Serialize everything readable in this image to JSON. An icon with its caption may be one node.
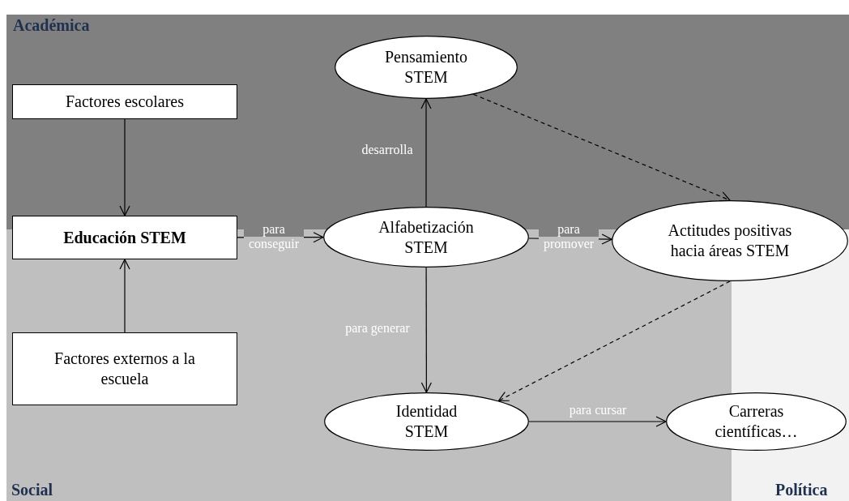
{
  "diagram": {
    "nodes": [
      {
        "text": [
          "Académica"
        ]
      },
      {
        "text": [
          "Pensamiento STEM"
        ],
        "in": 0
      },
      {
        "text": [
          "Factores escolares"
        ],
        "in": 0
      },
      {
        "text": [
          "Educación STEM"
        ]
      },
      {
        "text": [
          "Alfabetización STEM"
        ]
      },
      {
        "text": [
          "Actitudes positivas hacia áreas STEM"
        ]
      },
      {
        "text": [
          "Social"
        ]
      },
      {
        "text": [
          "Factores externos a la escuela"
        ],
        "in": 6
      },
      {
        "text": [
          "Identidad STEM"
        ],
        "in": 6
      },
      {
        "text": [
          "Carreras científicas…"
        ]
      },
      {
        "text": [
          "Política"
        ]
      }
    ],
    "edges": [
      {
        "from": 2,
        "to": 3,
        "arrow": "to"
      },
      {
        "from": 7,
        "to": 3,
        "arrow": "to"
      },
      {
        "from": 3,
        "to": 4,
        "arrow": "to",
        "label": "para conseguir"
      },
      {
        "from": 4,
        "to": 1,
        "arrow": "to",
        "label": "desarrolla"
      },
      {
        "from": 4,
        "to": 5,
        "arrow": "to",
        "label": "para promover"
      },
      {
        "from": 4,
        "to": 8,
        "arrow": "to",
        "label": "para generar"
      },
      {
        "from": 1,
        "to": 5,
        "arrow": "to",
        "style": "dashed"
      },
      {
        "from": 5,
        "to": 8,
        "arrow": "to",
        "style": "dashed"
      },
      {
        "from": 8,
        "to": 9,
        "arrow": "to",
        "label": "para cursar"
      }
    ]
  }
}
